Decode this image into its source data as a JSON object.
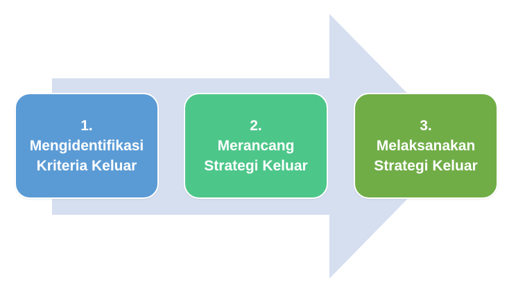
{
  "diagram": {
    "arrow_color": "#d5dff0",
    "steps": [
      {
        "number": "1.",
        "line1": "Mengidentifikasi",
        "line2": "Kriteria Keluar",
        "color": "#5b9bd5"
      },
      {
        "number": "2.",
        "line1": "Merancang",
        "line2": "Strategi Keluar",
        "color": "#4dc68a"
      },
      {
        "number": "3.",
        "line1": "Melaksanakan",
        "line2": "Strategi Keluar",
        "color": "#70ad47"
      }
    ]
  }
}
